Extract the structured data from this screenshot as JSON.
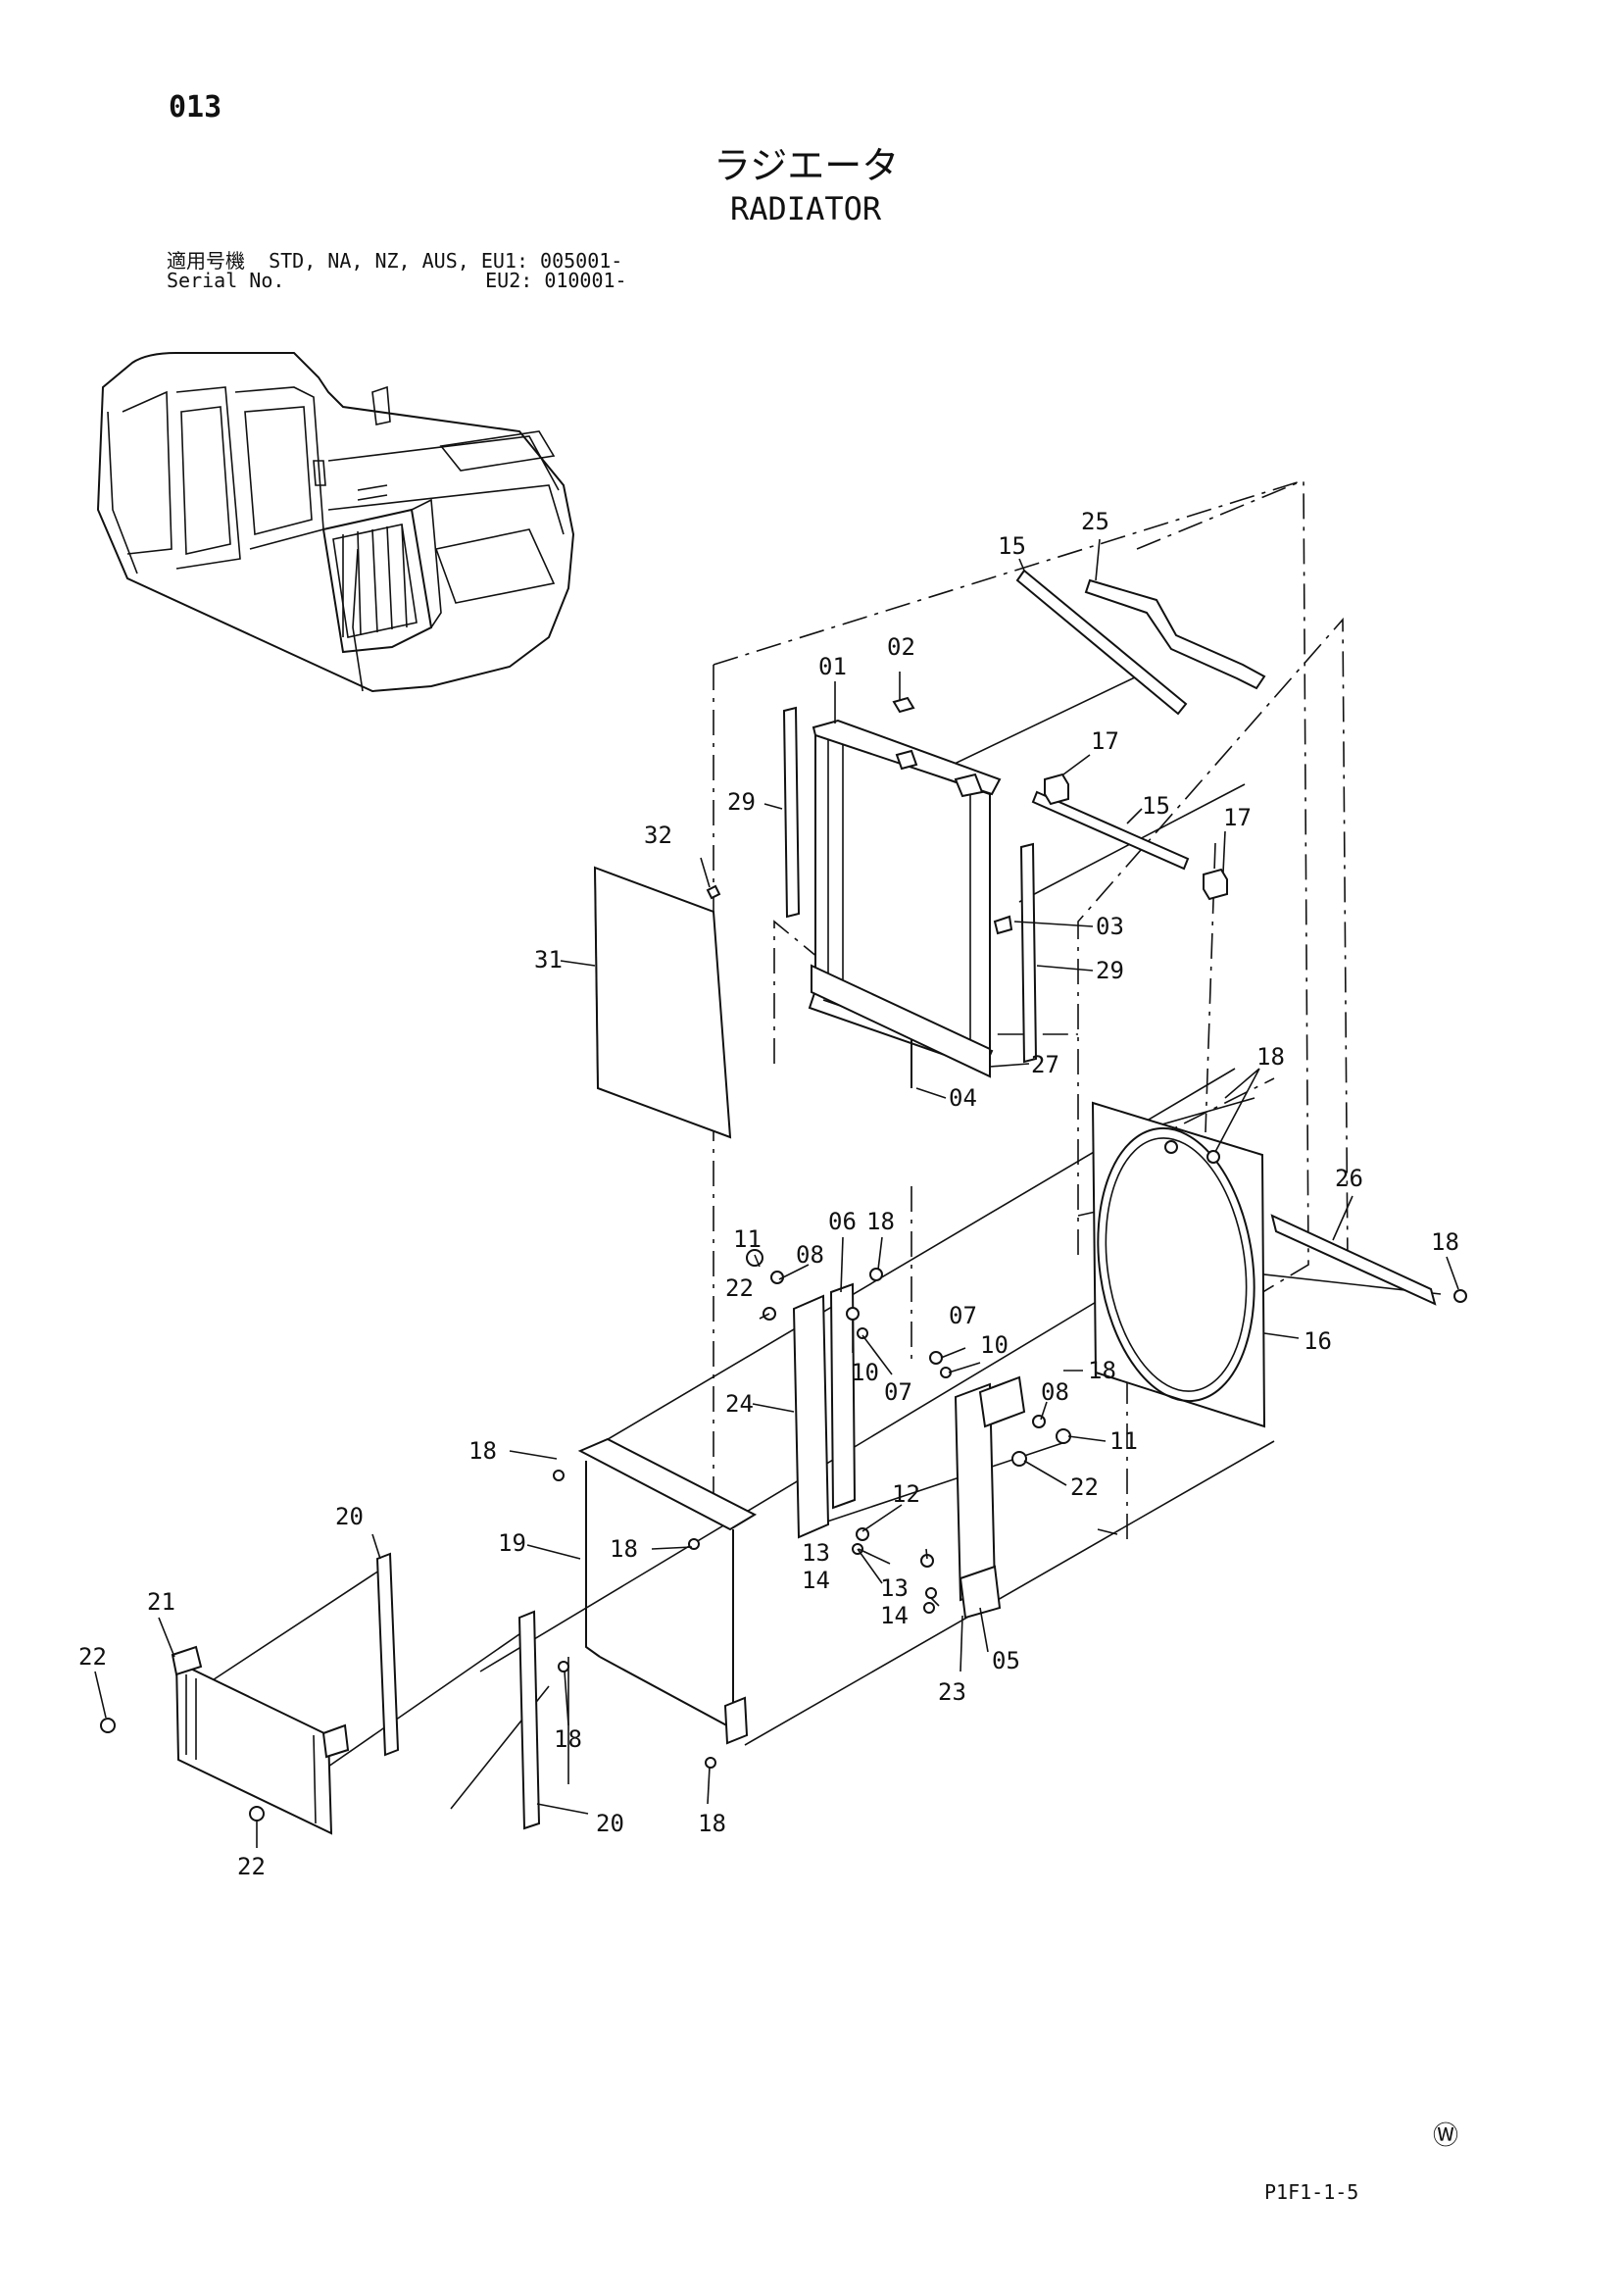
{
  "header": {
    "page_number": "013",
    "title_jp": "ラジエータ",
    "title_en": "RADIATOR",
    "serial_line1": "適用号機  STD, NA, NZ, AUS, EU1: 005001-",
    "serial_line2": "Serial No.                 EU2: 010001-"
  },
  "footer": {
    "code": "P1F1-1-5",
    "mark": "Ⓦ"
  },
  "callouts": {
    "c01": "01",
    "c02": "02",
    "c03": "03",
    "c04": "04",
    "c05": "05",
    "c06": "06",
    "c07a": "07",
    "c07b": "07",
    "c08a": "08",
    "c08b": "08",
    "c10a": "10",
    "c10b": "10",
    "c11a": "11",
    "c11b": "11",
    "c12": "12",
    "c13a": "13",
    "c13b": "13",
    "c14a": "14",
    "c14b": "14",
    "c15a": "15",
    "c15b": "15",
    "c16": "16",
    "c17a": "17",
    "c17b": "17",
    "c18a": "18",
    "c18b": "18",
    "c18c": "18",
    "c18d": "18",
    "c18e": "18",
    "c18f": "18",
    "c18g": "18",
    "c18h": "18",
    "c19": "19",
    "c20a": "20",
    "c20b": "20",
    "c21": "21",
    "c22a": "22",
    "c22b": "22",
    "c22c": "22",
    "c22d": "22",
    "c23": "23",
    "c24": "24",
    "c25": "25",
    "c26": "26",
    "c27": "27",
    "c29a": "29",
    "c29b": "29",
    "c31": "31",
    "c32": "32"
  }
}
